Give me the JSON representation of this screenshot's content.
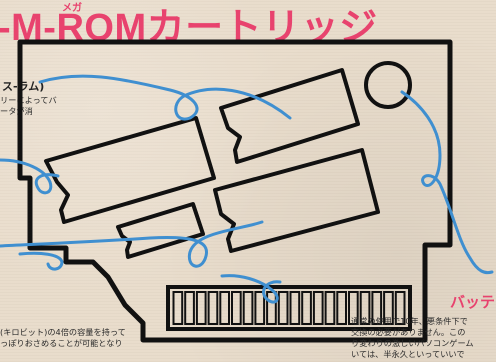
{
  "title": {
    "main": "-M-ROMカートリッジ",
    "furigana": "メガ"
  },
  "side_note": {
    "heading": "ス-ラム)",
    "lines": [
      "リーによってバ",
      "ータが消"
    ]
  },
  "bottom_left_note": {
    "lines": [
      "(キロビット)の4倍の容量を持って",
      "っぽりおさめることが可能となり"
    ]
  },
  "battery_note": {
    "heading": "バッテ",
    "lines": [
      "通常の使用で10年、悪条件下で",
      "交換の必要がありません。この",
      "り変わりの激しいパソコンゲーム",
      "いては、半永久といっていいで"
    ]
  },
  "colors": {
    "accent": "#e8436e",
    "scribble": "#3f8fd0",
    "outline": "#111111",
    "paper": "#e9dccb"
  },
  "illustration": {
    "subject": "cartridge-board-outline",
    "contact_count": 20
  }
}
